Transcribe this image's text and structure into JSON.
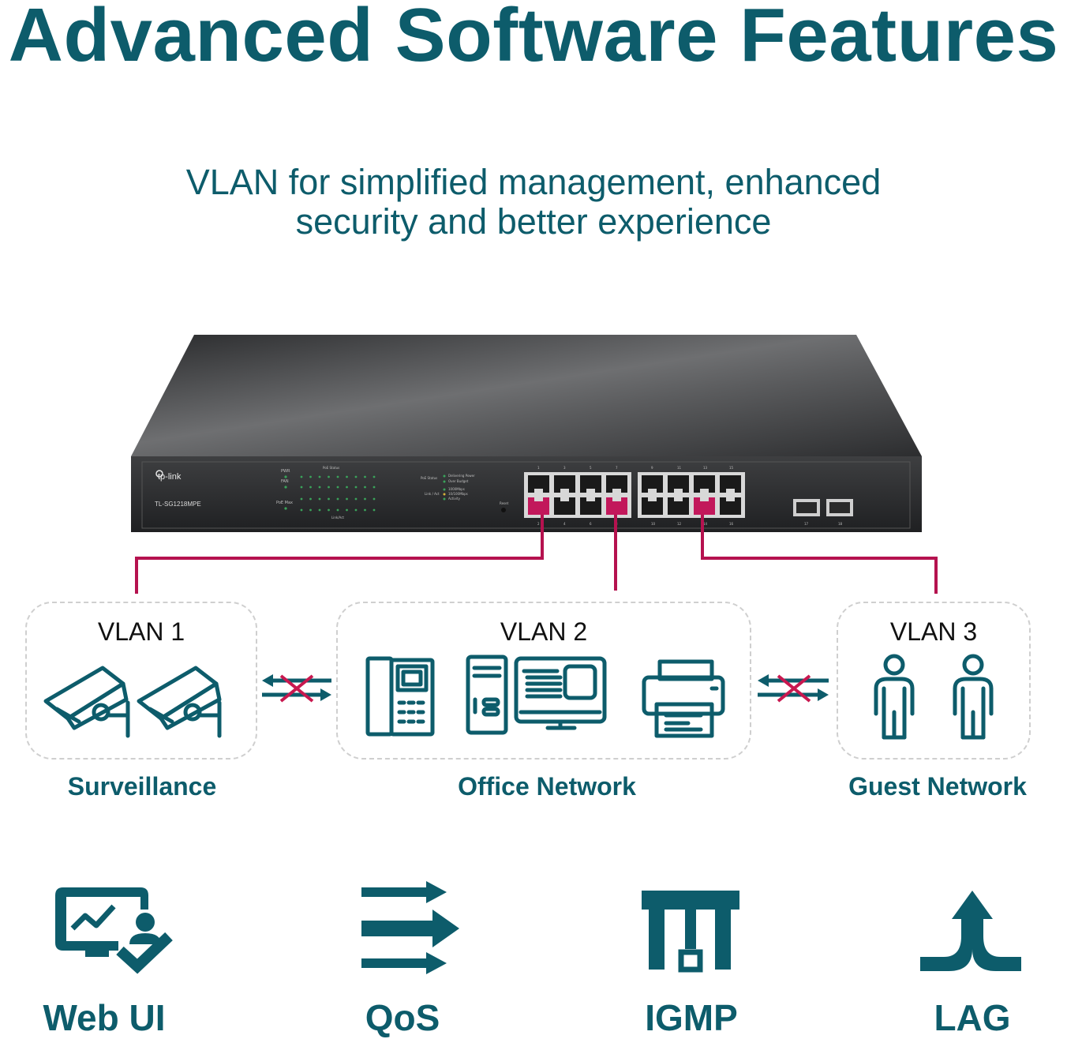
{
  "title": "Advanced Software Features",
  "subtitle": {
    "line1": "VLAN for simplified management, enhanced",
    "line2": "security and better experience"
  },
  "switch": {
    "brand": "tp-link",
    "model": "TL-SG1218MPE",
    "led_labels": {
      "pwr": "PWR",
      "fan": "FAN",
      "poe_max": "PoE Max",
      "poe_status_group": "PoE Status",
      "link_act_group": "Link/Act",
      "poe_status": "PoE Status",
      "link_act": "Link / Act",
      "delivering_power": "Delivering Power",
      "over_budget": "Over Budget",
      "speed_1000": "1000Mbps",
      "speed_10_100": "10/100Mbps",
      "activity": "Activity"
    },
    "reset_label": "Reset",
    "port_numbers_top": [
      "1",
      "3",
      "5",
      "7",
      "9",
      "11",
      "13",
      "15"
    ],
    "port_numbers_bottom": [
      "2",
      "4",
      "6",
      "8",
      "10",
      "12",
      "14",
      "16"
    ],
    "sfp_numbers": [
      "17",
      "18"
    ]
  },
  "vlans": [
    {
      "title": "VLAN 1",
      "label": "Surveillance"
    },
    {
      "title": "VLAN 2",
      "label": "Office Network"
    },
    {
      "title": "VLAN 3",
      "label": "Guest Network"
    }
  ],
  "features": [
    {
      "label": "Web UI",
      "icon": "web-ui-icon"
    },
    {
      "label": "QoS",
      "icon": "qos-icon"
    },
    {
      "label": "IGMP",
      "icon": "igmp-icon"
    },
    {
      "label": "LAG",
      "icon": "lag-icon"
    }
  ],
  "colors": {
    "brand_teal": "#0d5c6b",
    "vlan_link": "#b5124f",
    "blocked_cross": "#c8184f"
  }
}
